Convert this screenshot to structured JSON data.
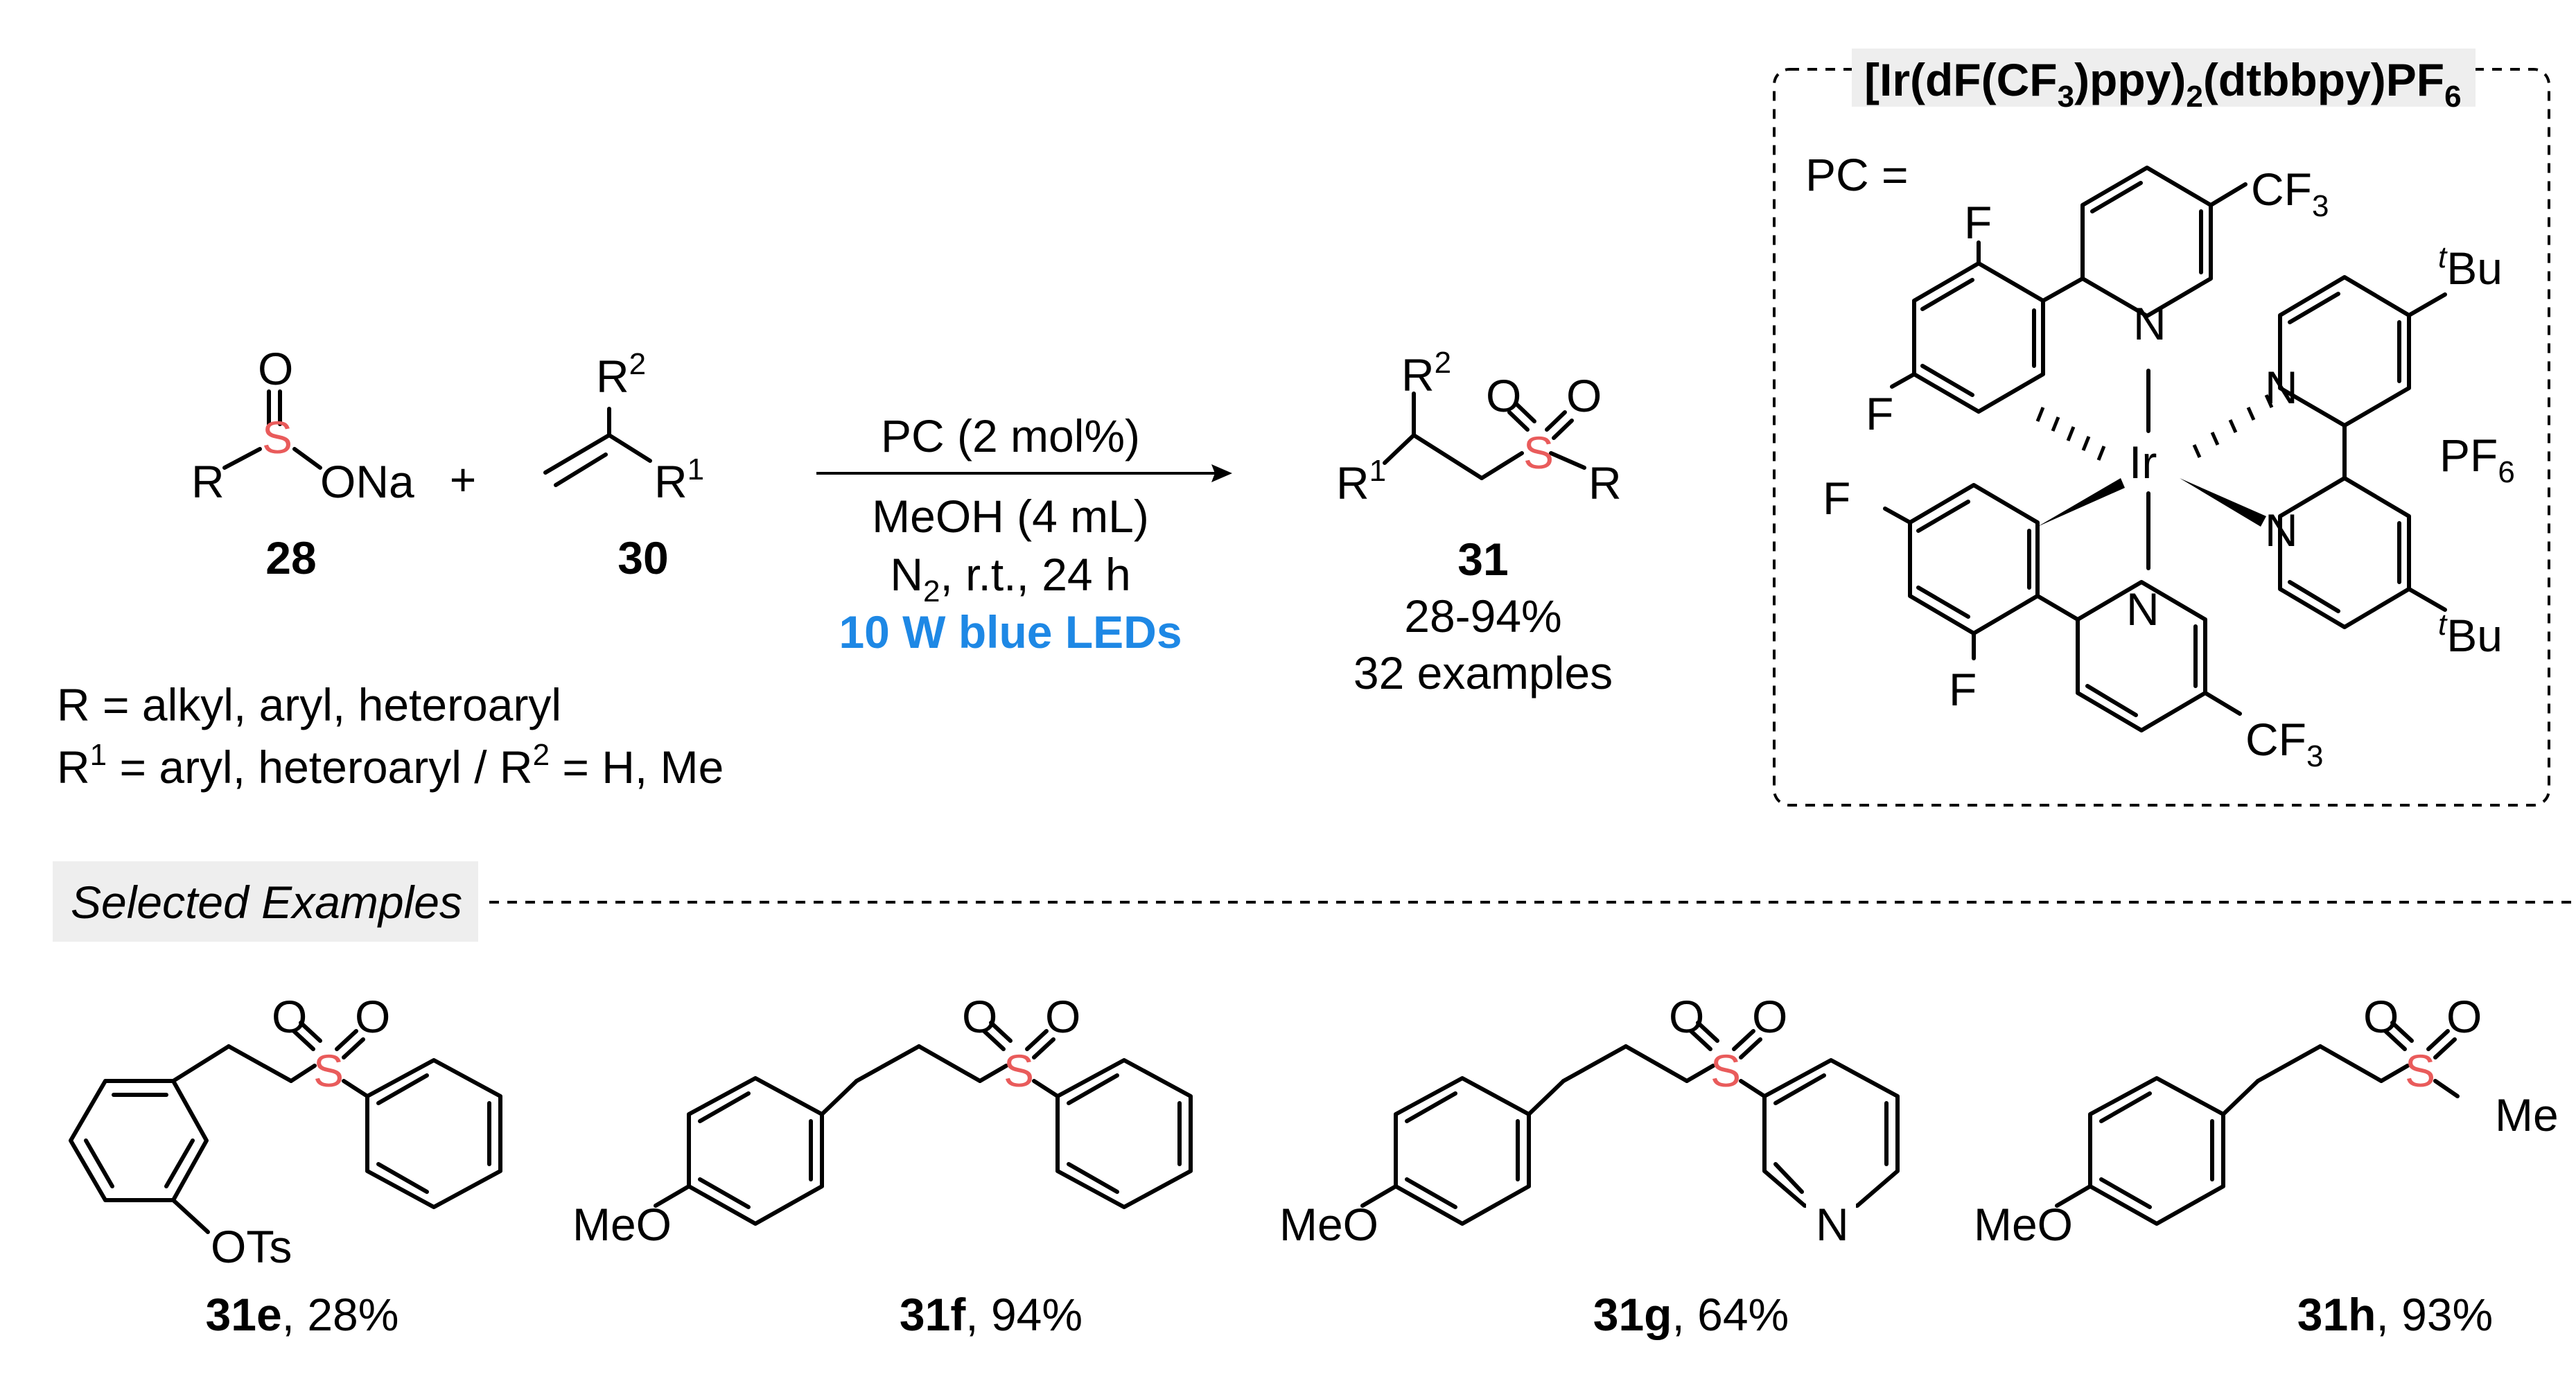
{
  "reaction": {
    "reagent_28": {
      "compound_id": "28",
      "R": "R",
      "O": "O",
      "S": "S",
      "ONa": "ONa"
    },
    "plus": "+",
    "reagent_30": {
      "compound_id": "30",
      "R2": "R",
      "R2_sup": "2",
      "R1": "R",
      "R1_sup": "1"
    },
    "conditions": {
      "line1": "PC (2 mol%)",
      "line2": "MeOH (4 mL)",
      "line3_prefix": "N",
      "line3_sub": "2",
      "line3_suffix": ", r.t., 24 h",
      "line4": "10 W blue LEDs"
    },
    "product_31": {
      "compound_id": "31",
      "yield_range": "28-94%",
      "examples": "32 examples",
      "R2": "R",
      "R2_sup": "2",
      "R1": "R",
      "R1_sup": "1",
      "O": "O",
      "S": "S",
      "R": "R"
    },
    "scope_line1": "R = alkyl, aryl, heteroaryl",
    "scope_line2_a": "R",
    "scope_line2_sup1": "1",
    "scope_line2_b": " = aryl, heteroaryl / R",
    "scope_line2_sup2": "2",
    "scope_line2_c": " = H, Me"
  },
  "catalyst": {
    "title_a": "[Ir(dF(CF",
    "title_sub1": "3",
    "title_b": ")ppy)",
    "title_sub2": "2",
    "title_c": "(dtbbpy)PF",
    "title_sub3": "6",
    "pc_label": "PC =",
    "Ir": "Ir",
    "N": "N",
    "F": "F",
    "CF3_base": "CF",
    "CF3_sub": "3",
    "tBu_sup": "t",
    "tBu_base": "Bu",
    "PF6_base": "PF",
    "PF6_sub": "6"
  },
  "selected_examples": {
    "heading": "Selected Examples",
    "items": [
      {
        "id": "31e",
        "yield": ", 28%",
        "substituent": "OTs"
      },
      {
        "id": "31f",
        "yield": ", 94%",
        "substituent": "MeO"
      },
      {
        "id": "31g",
        "yield": ", 64%",
        "substituent": "MeO",
        "ring_atom": "N"
      },
      {
        "id": "31h",
        "yield": ", 93%",
        "substituent": "MeO",
        "methyl": "Me"
      }
    ],
    "O": "O",
    "S": "S"
  },
  "colors": {
    "sulfur": "#e95b5b",
    "light_condition": "#1e88e5",
    "tag_background": "#eeeeee"
  }
}
